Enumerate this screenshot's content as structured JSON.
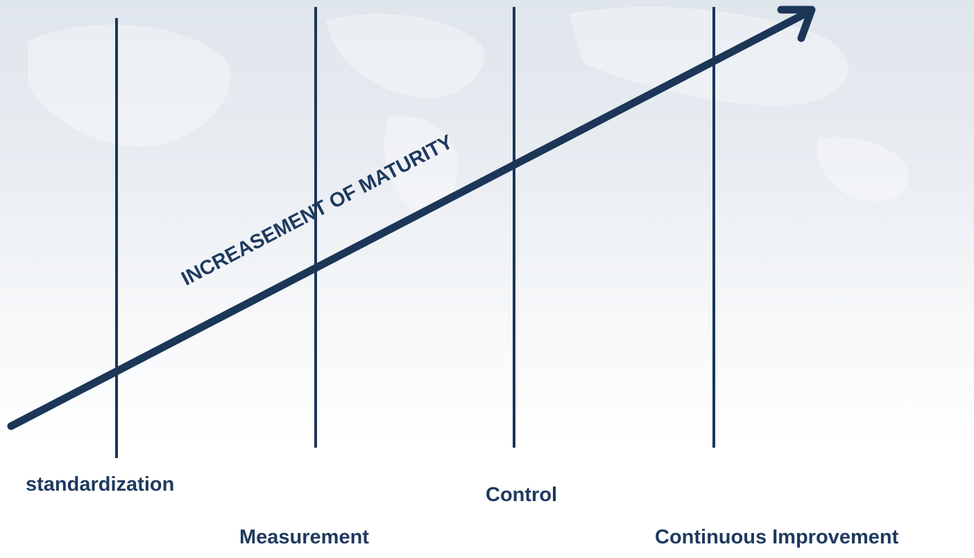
{
  "diagram": {
    "arrow_caption": "INCREASEMENT OF MATURITY",
    "stages": [
      {
        "label": "standardization"
      },
      {
        "label": "Measurement"
      },
      {
        "label": "Control"
      },
      {
        "label": "Continuous Improvement"
      }
    ]
  },
  "colors": {
    "line": "#1b3657",
    "text": "#1f3a5f"
  }
}
